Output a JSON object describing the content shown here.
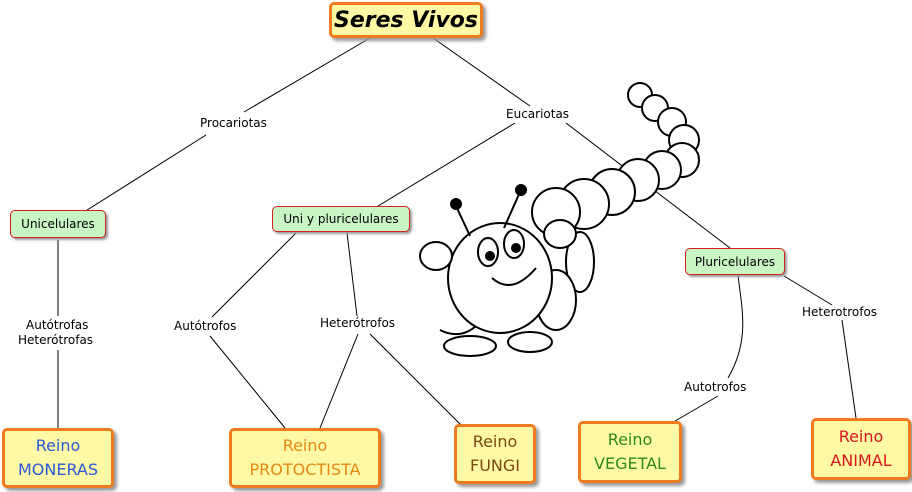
{
  "root": {
    "label": "Seres Vivos"
  },
  "groups": {
    "unicelulares": "Unicelulares",
    "uni_pluri": "Uni y pluricelulares",
    "pluricelulares": "Pluricelulares"
  },
  "links": {
    "procariotas": "Procariotas",
    "eucariotas": "Eucariotas",
    "autotrofas": "Autótrofas",
    "heterotrofas": "Heterótrofas",
    "autotrofos": "Autótrofos",
    "heterotrofos_1": "Heterótrofos",
    "autotrofos_2": "Autotrofos",
    "heterotrofos_2": "Heterotrofos"
  },
  "kingdoms": [
    {
      "line1": "Reino",
      "line2": "MONERAS",
      "color": "#2b58d8"
    },
    {
      "line1": "Reino",
      "line2": "PROTOCTISTA",
      "color": "#e58a12"
    },
    {
      "line1": "Reino",
      "line2": "FUNGI",
      "color": "#7a4a10"
    },
    {
      "line1": "Reino",
      "line2": "VEGETAL",
      "color": "#2e8c12"
    },
    {
      "line1": "Reino",
      "line2": "ANIMAL",
      "color": "#d4181b"
    }
  ],
  "colors": {
    "box_fill": "#fff9a6",
    "box_border": "#ef7b1f",
    "group_fill": "#c9f5c4",
    "group_border": "#d81e1e"
  },
  "illustration": {
    "icon": "caterpillar-icon"
  }
}
